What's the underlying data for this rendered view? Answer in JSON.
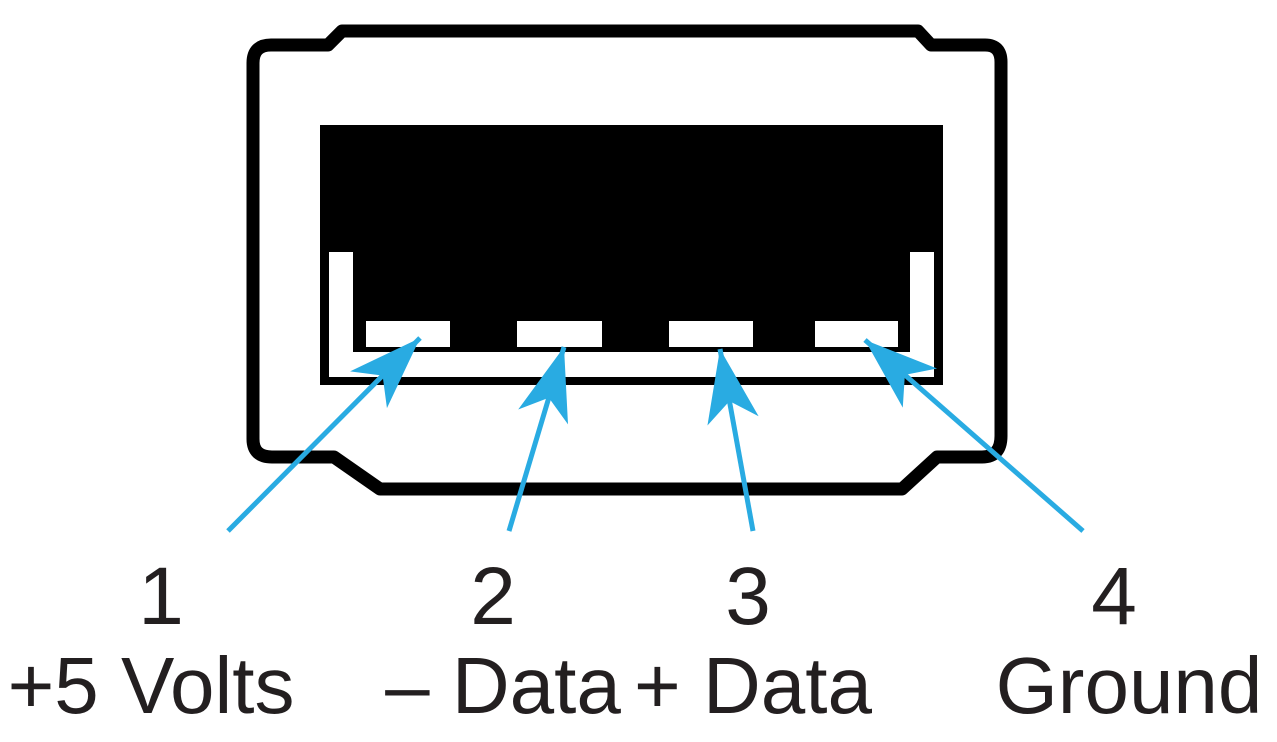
{
  "figure": {
    "kind": "usb-type-a-connector-pinout-diagram"
  },
  "pins": [
    {
      "number": "1",
      "label": "+5 Volts"
    },
    {
      "number": "2",
      "label": "– Data"
    },
    {
      "number": "3",
      "label": "+ Data"
    },
    {
      "number": "4",
      "label": "Ground"
    }
  ],
  "colors": {
    "arrow": "#29ABE2",
    "outline": "#000000",
    "text": "#231F20"
  }
}
